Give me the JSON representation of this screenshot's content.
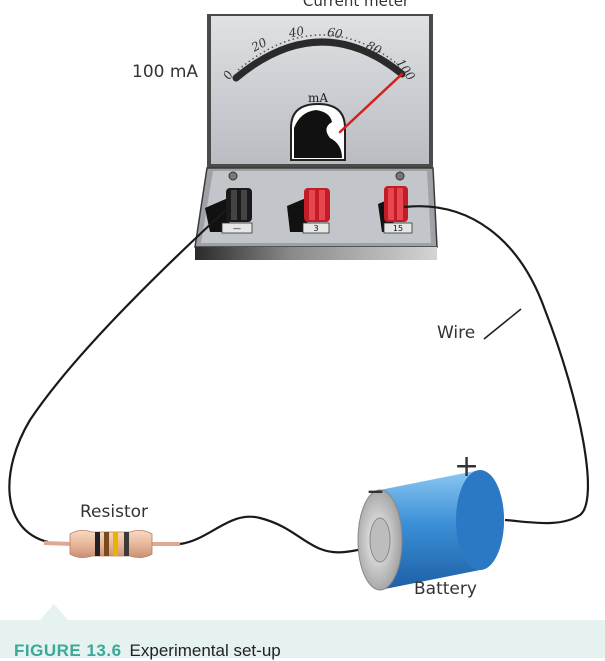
{
  "diagram": {
    "meter_title": "Current meter",
    "range_label": "100 mA",
    "unit_label": "mA",
    "scale_ticks": [
      "0",
      "20",
      "40",
      "60",
      "80",
      "100"
    ],
    "terminal_labels": [
      "—",
      "3",
      "15"
    ],
    "wire_label": "Wire",
    "resistor_label": "Resistor",
    "battery_label": "Battery",
    "battery_minus": "–",
    "battery_plus": "+"
  },
  "caption": {
    "figure_number": "FIGURE 13.6",
    "text": "Experimental set-up"
  },
  "colors": {
    "accent": "#3aa99a",
    "caption_bg": "#e6f2f0",
    "battery": "#3b8fd6",
    "terminal_red": "#d0202a",
    "needle": "#d42020"
  }
}
